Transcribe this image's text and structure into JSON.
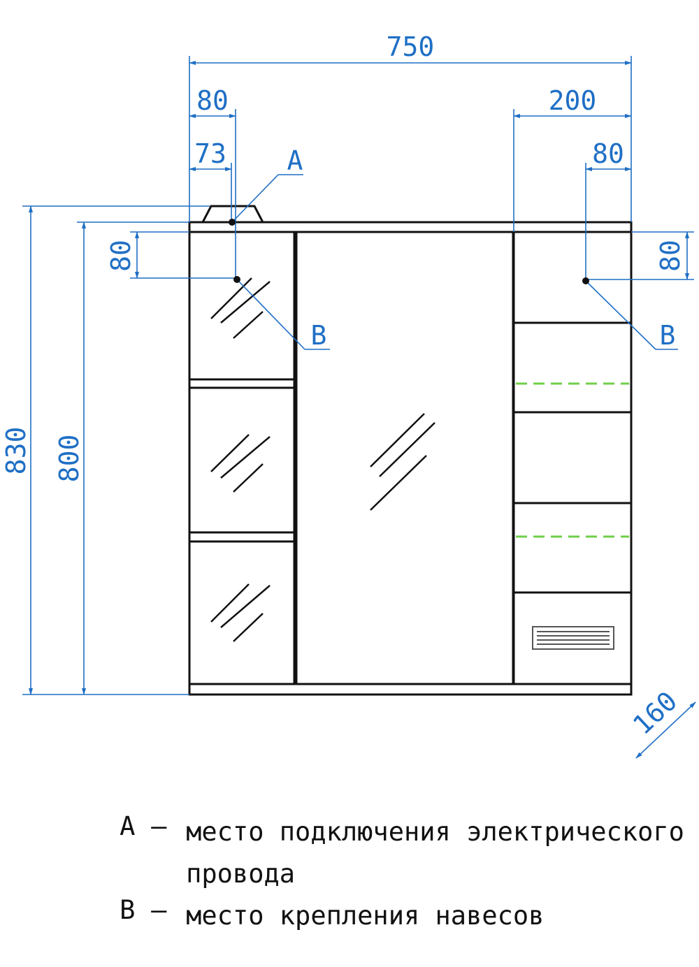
{
  "dimensions": {
    "total_width": "750",
    "left_offset_outer": "80",
    "left_offset_inner": "73",
    "right_block_width": "200",
    "right_offset": "80",
    "left_vertical": "80",
    "right_vertical": "80",
    "total_height": "830",
    "body_height": "800",
    "depth": "160"
  },
  "markers": {
    "a": "A",
    "b_left": "B",
    "b_right": "B"
  },
  "legend": [
    {
      "key": "A",
      "dash": "–",
      "text": "место подключения электрического провода"
    },
    {
      "key": "B",
      "dash": "–",
      "text": "место крепления навесов"
    }
  ],
  "colors": {
    "dimension": "#1f6fc5",
    "outline": "#111111",
    "shelf_guide": "#6fcf4a"
  }
}
